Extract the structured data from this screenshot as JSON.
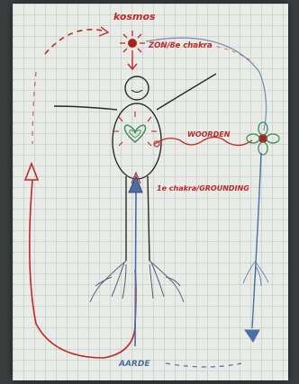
{
  "labels": {
    "kosmos": "kosmos",
    "zon": "ZON/8e chakra",
    "woorden": "WOORDEN",
    "grounding": "1e chakra/GROUNDING",
    "aarde": "AARDE"
  },
  "colors": {
    "red_marker": "#c0282a",
    "blue_marker": "#4a6fa0",
    "black_marker": "#2a2a2a",
    "green_marker": "#3f8f5a",
    "paper": "#e9ebe6"
  }
}
